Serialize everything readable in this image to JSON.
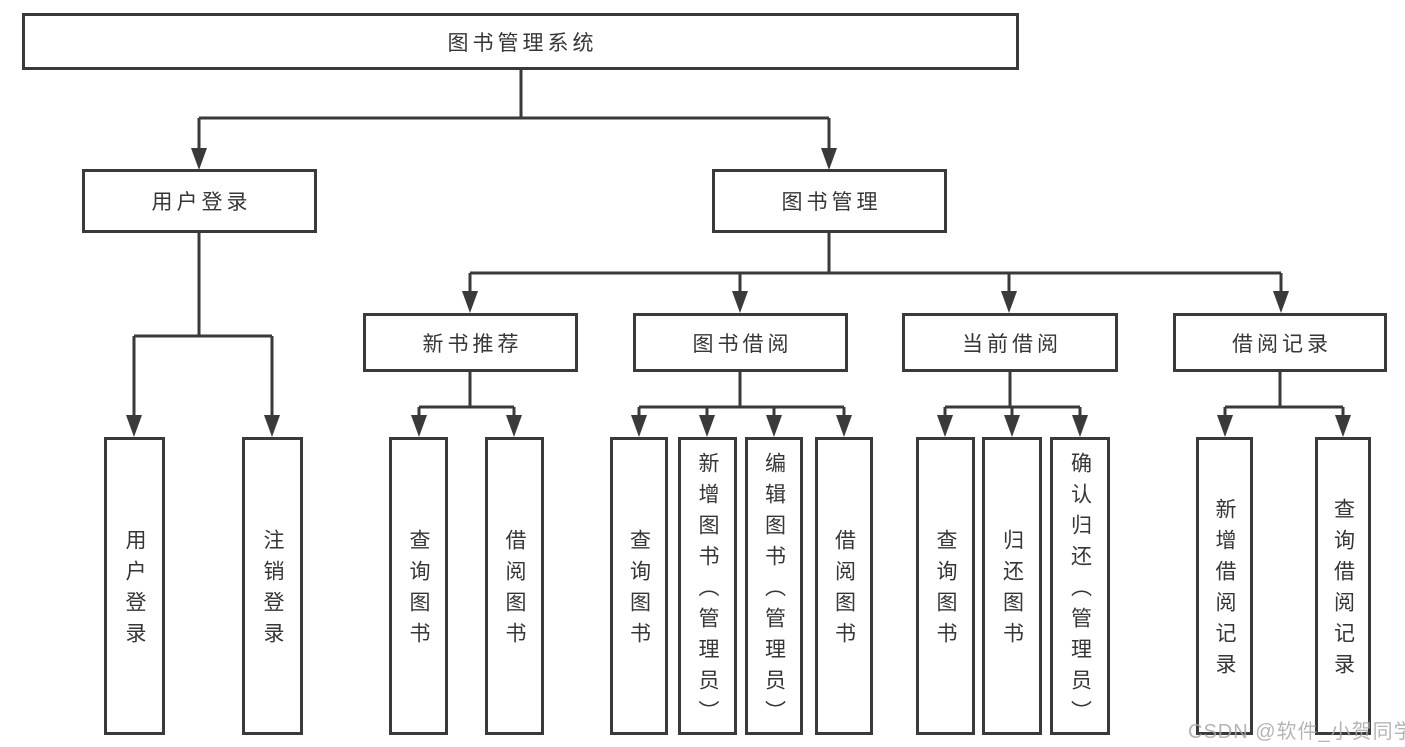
{
  "diagram_title": "图书管理系统",
  "tree": {
    "label": "图书管理系统",
    "children": [
      {
        "label": "用户登录",
        "children": [
          {
            "label": "用户登录"
          },
          {
            "label": "注销登录"
          }
        ]
      },
      {
        "label": "图书管理",
        "children": [
          {
            "label": "新书推荐",
            "children": [
              {
                "label": "查询图书"
              },
              {
                "label": "借阅图书"
              }
            ]
          },
          {
            "label": "图书借阅",
            "children": [
              {
                "label": "查询图书"
              },
              {
                "label": "新增图书（管理员）"
              },
              {
                "label": "编辑图书（管理员）"
              },
              {
                "label": "借阅图书"
              }
            ]
          },
          {
            "label": "当前借阅",
            "children": [
              {
                "label": "查询图书"
              },
              {
                "label": "归还图书"
              },
              {
                "label": "确认归还（管理员）"
              }
            ]
          },
          {
            "label": "借阅记录",
            "children": [
              {
                "label": "新增借阅记录"
              },
              {
                "label": "查询借阅记录"
              }
            ]
          }
        ]
      }
    ]
  },
  "watermark": "CSDN @软件_小贺同学",
  "colors": {
    "line": "#3a3a3a",
    "text": "#363636",
    "background": "#ffffff",
    "watermark": "#a9a9a9"
  }
}
